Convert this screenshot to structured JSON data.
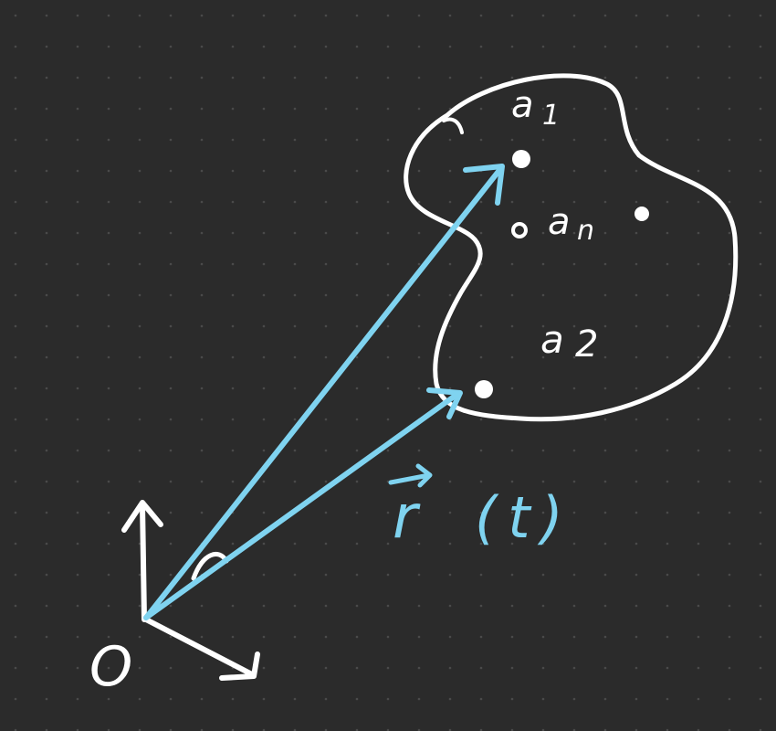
{
  "colors": {
    "background": "#2b2b2b",
    "grid_dot": "#4a4a4a",
    "ink_white": "#ffffff",
    "ink_blue": "#7fd3f0"
  },
  "labels": {
    "origin": "O",
    "point_1": "a",
    "point_1_sub": "1",
    "point_n": "a",
    "point_n_sub": "n",
    "point_2": "a",
    "point_2_sub": "2",
    "vector": "r",
    "vector_arg": "(t)"
  }
}
